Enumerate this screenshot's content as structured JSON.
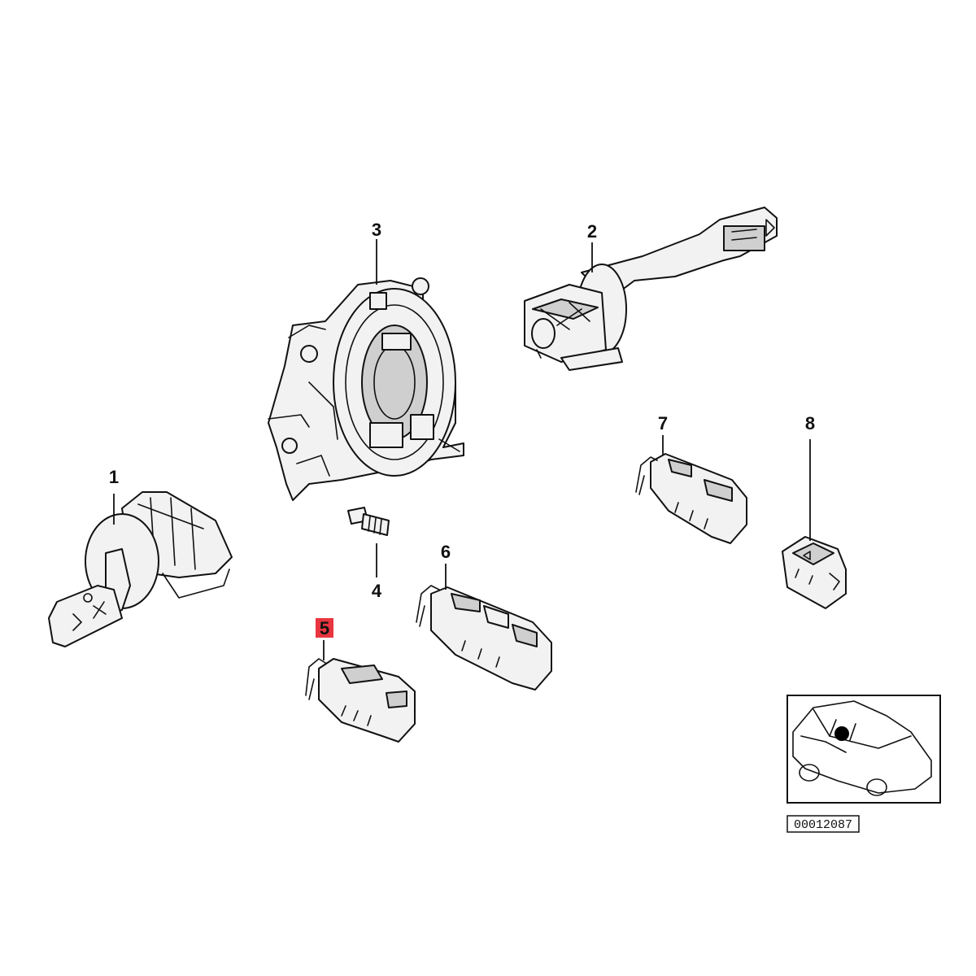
{
  "callouts": {
    "c1": "1",
    "c2": "2",
    "c3": "3",
    "c4": "4",
    "c5": "5",
    "c6": "6",
    "c7": "7",
    "c8": "8"
  },
  "highlight_color": "#e8353f",
  "reference_code": "00012087",
  "icons": {
    "part1": "turn-signal-stalk-icon",
    "part2": "wiper-stalk-icon",
    "part3": "steering-column-switch-housing-icon",
    "part4": "screw-icon",
    "part5": "single-window-switch-icon",
    "part6": "triple-window-switch-icon",
    "part7": "double-window-switch-icon",
    "part8": "small-switch-icon",
    "locator": "car-location-icon"
  }
}
